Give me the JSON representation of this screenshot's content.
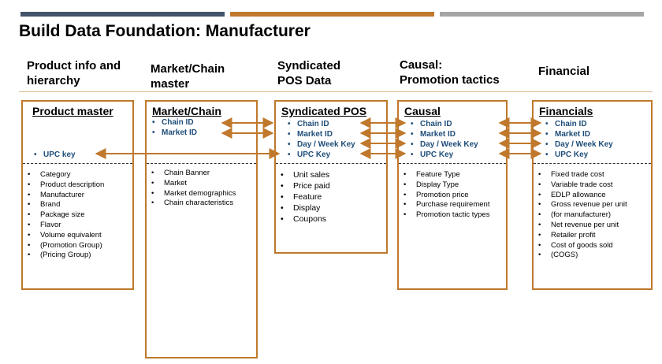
{
  "title": "Build Data Foundation: Manufacturer",
  "colors": {
    "accent": "#c0782c",
    "key_text": "#1f4e79",
    "bar_dark": "#44546a",
    "bar_grey": "#a5a5a5"
  },
  "columns": [
    {
      "heading_line1": "Product info and",
      "heading_line2": "hierarchy"
    },
    {
      "heading_line1": "Market/Chain",
      "heading_line2": "master"
    },
    {
      "heading_line1": "Syndicated",
      "heading_line2": "POS Data"
    },
    {
      "heading_line1": "Causal:",
      "heading_line2": "Promotion tactics"
    },
    {
      "heading_line1": "Financial",
      "heading_line2": ""
    }
  ],
  "boxes": [
    {
      "title": "Product master",
      "keys": [
        "UPC key"
      ],
      "attributes": [
        "Category",
        "Product description",
        "Manufacturer",
        "Brand",
        "Package size",
        "Flavor",
        "Volume equivalent",
        "(Promotion Group)",
        "(Pricing Group)"
      ]
    },
    {
      "title": "Market/Chain",
      "keys": [
        "Chain ID",
        "Market ID"
      ],
      "attributes": [
        "Chain Banner",
        "Market",
        "Market demographics",
        "Chain characteristics"
      ]
    },
    {
      "title": "Syndicated POS",
      "keys": [
        "Chain ID",
        "Market ID",
        "Day / Week Key",
        "UPC Key"
      ],
      "attributes": [
        "Unit sales",
        "Price paid",
        "Feature",
        "Display",
        "Coupons"
      ]
    },
    {
      "title": "Causal",
      "keys": [
        "Chain ID",
        "Market ID",
        "Day / Week Key",
        "UPC Key"
      ],
      "attributes": [
        "Feature Type",
        "Display Type",
        "Promotion price",
        "Purchase requirement",
        "Promotion tactic types"
      ]
    },
    {
      "title": "Financials",
      "keys": [
        "Chain ID",
        "Market ID",
        "Day / Week Key",
        "UPC Key"
      ],
      "attributes": [
        "Fixed trade cost",
        "Variable trade cost",
        "EDLP allowance",
        "Gross revenue per unit",
        "(for manufacturer)",
        "Net revenue per unit",
        "Retailer profit",
        "Cost of goods sold",
        "(COGS)"
      ]
    }
  ]
}
